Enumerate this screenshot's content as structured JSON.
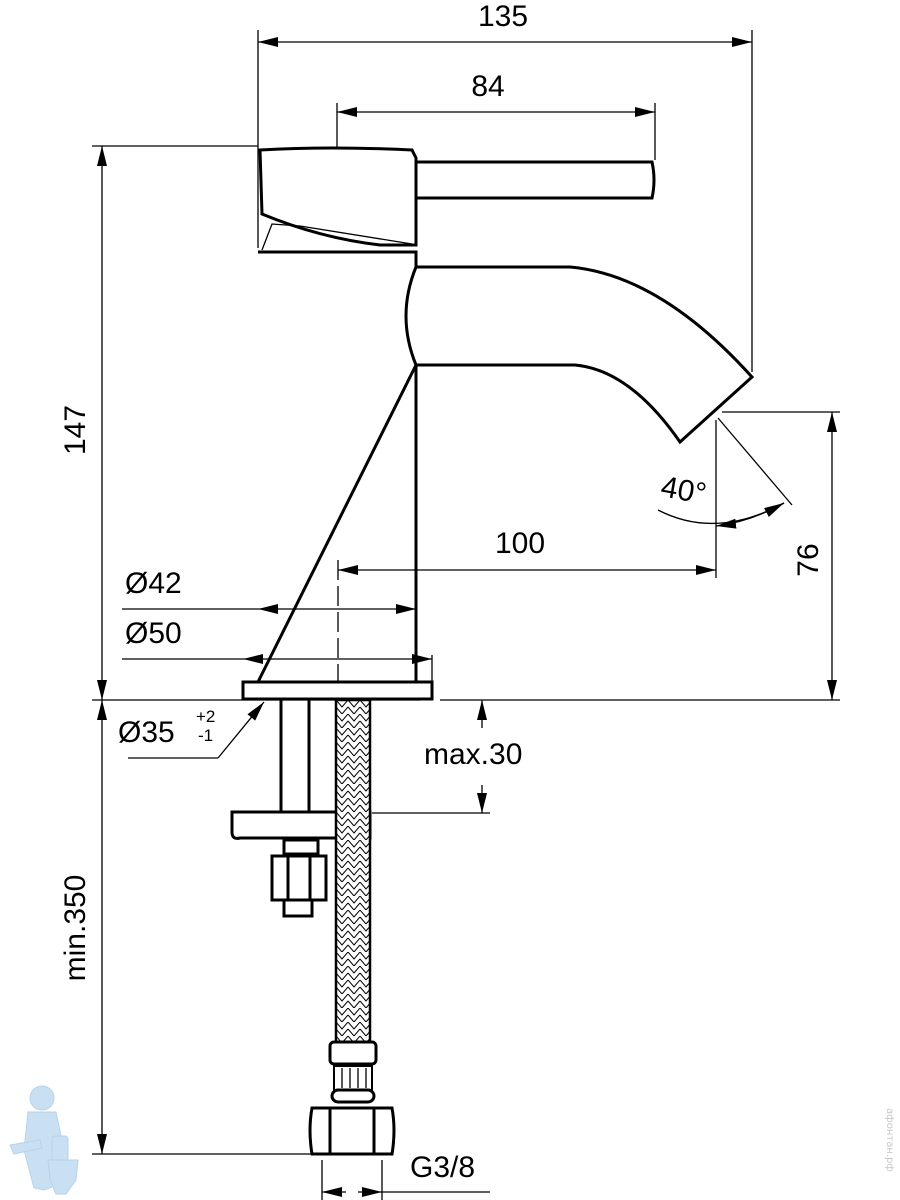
{
  "drawing": {
    "title": "Basin mixer tap dimension drawing",
    "units": "mm",
    "line_color": "#000000",
    "background": "#ffffff"
  },
  "dimensions": {
    "overall_width": "135",
    "handle_length": "84",
    "overall_height": "147",
    "spout_projection": "100",
    "spout_outlet_height": "76",
    "spout_angle": "40°",
    "body_diameter": "Ø42",
    "base_diameter": "Ø50",
    "hole_diameter": "Ø35",
    "hole_tolerance_plus": "+2",
    "hole_tolerance_minus": "-1",
    "max_deck_thickness": "max.30",
    "min_hose_length": "min.350",
    "connection_thread": "G3/8"
  },
  "watermark": {
    "mascot": "plumber-mascot",
    "mascot_color": "#c9e0f2",
    "vertical_text": "афонтан.рф"
  }
}
